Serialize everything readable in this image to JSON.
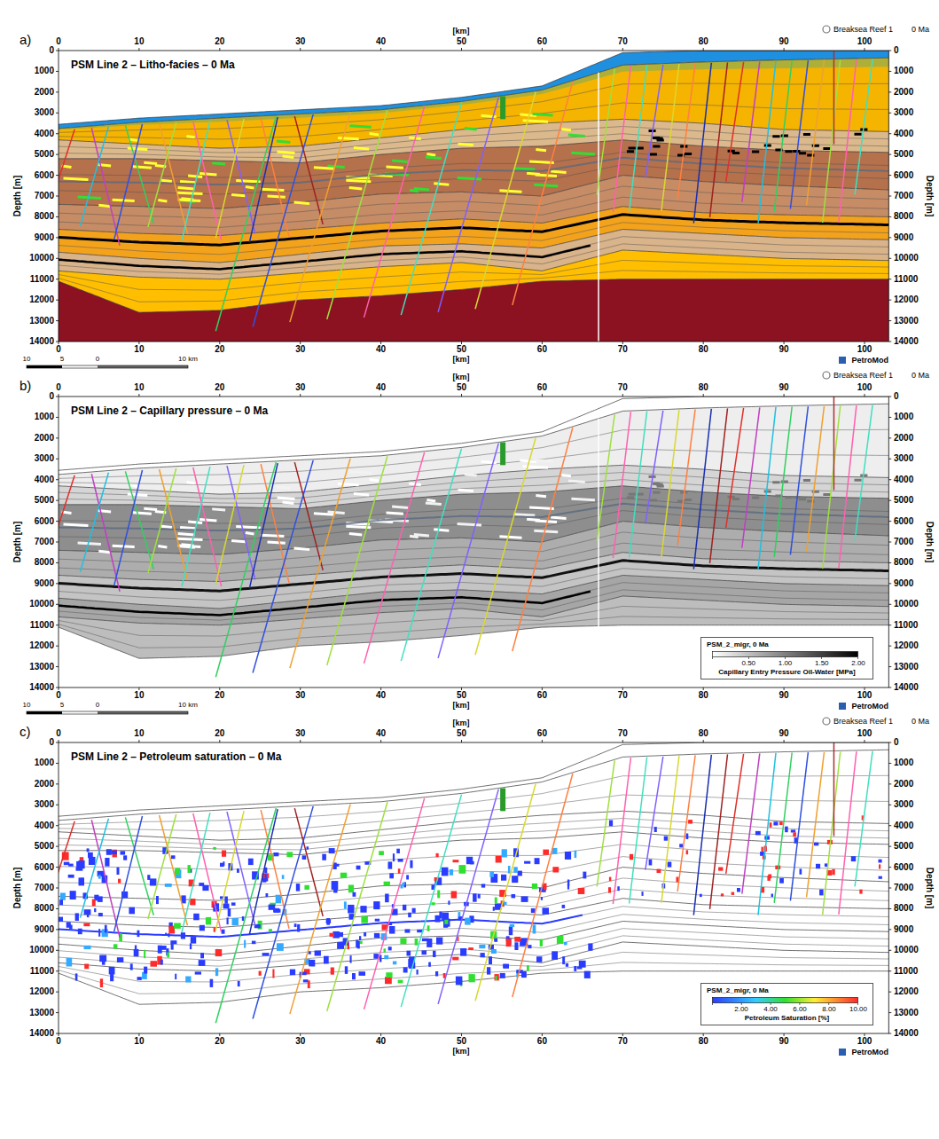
{
  "diagram": {
    "nodes": [
      {
        "text": [
          "PSM_2_migr, 0 Ma",
          "0.50",
          "1.00",
          "1.50",
          "2.00",
          "Capillary Entry Pressure Oil-Water [MPa]"
        ]
      },
      {
        "text": [
          "PSM_2_migr, 0 Ma",
          "2.00",
          "4.00",
          "6.00",
          "8.00",
          "10.00",
          "Petroleum Saturation [%]"
        ]
      }
    ],
    "labels": [
      "a)",
      "PSM Line 2 – Litho-facies – 0 Ma",
      "Breaksea Reef 1",
      "0 Ma",
      "[km]",
      "0",
      "10",
      "20",
      "30",
      "40",
      "50",
      "60",
      "70",
      "80",
      "90",
      "100",
      "[km]",
      "0",
      "10",
      "20",
      "30",
      "40",
      "50",
      "60",
      "70",
      "80",
      "90",
      "100",
      "Depth [m]",
      "0",
      "1000",
      "2000",
      "3000",
      "4000",
      "5000",
      "6000",
      "7000",
      "8000",
      "9000",
      "10000",
      "11000",
      "12000",
      "13000",
      "14000",
      "Depth [m]",
      "0",
      "1000",
      "2000",
      "3000",
      "4000",
      "5000",
      "6000",
      "7000",
      "8000",
      "9000",
      "10000",
      "11000",
      "12000",
      "13000",
      "14000",
      "PetroMod",
      "10",
      "5",
      "0",
      "10 km",
      "b)",
      "PSM Line 2 – Capillary pressure – 0 Ma",
      "Breaksea Reef 1",
      "0 Ma",
      "[km]",
      "0",
      "10",
      "20",
      "30",
      "40",
      "50",
      "60",
      "70",
      "80",
      "90",
      "100",
      "[km]",
      "0",
      "10",
      "20",
      "30",
      "40",
      "50",
      "60",
      "70",
      "80",
      "90",
      "100",
      "Depth [m]",
      "0",
      "1000",
      "2000",
      "3000",
      "4000",
      "5000",
      "6000",
      "7000",
      "8000",
      "9000",
      "10000",
      "11000",
      "12000",
      "13000",
      "14000",
      "Depth [m]",
      "0",
      "1000",
      "2000",
      "3000",
      "4000",
      "5000",
      "6000",
      "7000",
      "8000",
      "9000",
      "10000",
      "11000",
      "12000",
      "13000",
      "14000",
      "PetroMod",
      "10",
      "5",
      "0",
      "10 km",
      "c)",
      "PSM Line 2 – Petroleum saturation – 0 Ma",
      "Breaksea Reef 1",
      "0 Ma",
      "[km]",
      "0",
      "10",
      "20",
      "30",
      "40",
      "50",
      "60",
      "70",
      "80",
      "90",
      "100",
      "[km]",
      "0",
      "10",
      "20",
      "30",
      "40",
      "50",
      "60",
      "70",
      "80",
      "90",
      "100",
      "Depth [m]",
      "0",
      "1000",
      "2000",
      "3000",
      "4000",
      "5000",
      "6000",
      "7000",
      "8000",
      "9000",
      "10000",
      "11000",
      "12000",
      "13000",
      "14000",
      "Depth [m]",
      "0",
      "1000",
      "2000",
      "3000",
      "4000",
      "5000",
      "6000",
      "7000",
      "8000",
      "9000",
      "10000",
      "11000",
      "12000",
      "13000",
      "14000",
      "PetroMod"
    ]
  }
}
